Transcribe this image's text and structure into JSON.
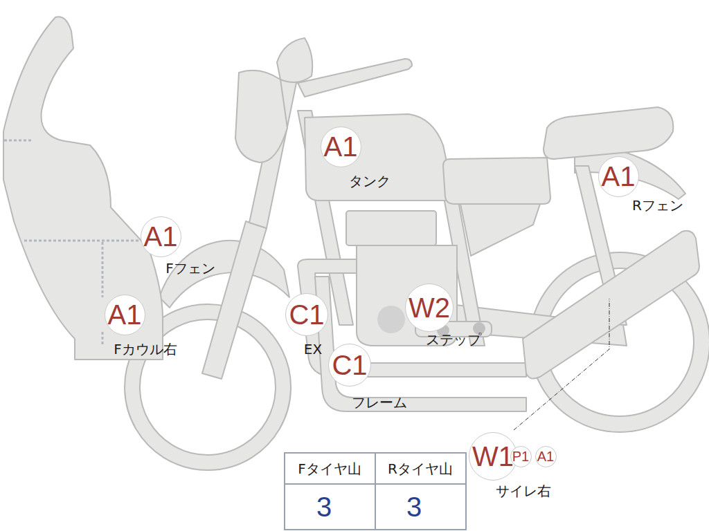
{
  "diagram": {
    "nodes": [
      {
        "text": [
          "A1"
        ]
      },
      {
        "text": [
          "A1"
        ]
      },
      {
        "text": [
          "A1"
        ]
      },
      {
        "text": [
          "A1"
        ]
      },
      {
        "text": [
          "C1"
        ]
      },
      {
        "text": [
          "W2"
        ]
      },
      {
        "text": [
          "C1"
        ]
      },
      {
        "text": [
          "W1"
        ]
      },
      {
        "text": [
          "P1"
        ]
      },
      {
        "text": [
          "A1"
        ]
      }
    ],
    "labels": [
      "タンク",
      "Rフェン",
      "Fフェン",
      "Fカウル右",
      "EX",
      "ステップ",
      "フレーム",
      "サイレ右",
      "Fタイヤ山",
      "Rタイヤ山",
      "3",
      "3"
    ]
  }
}
